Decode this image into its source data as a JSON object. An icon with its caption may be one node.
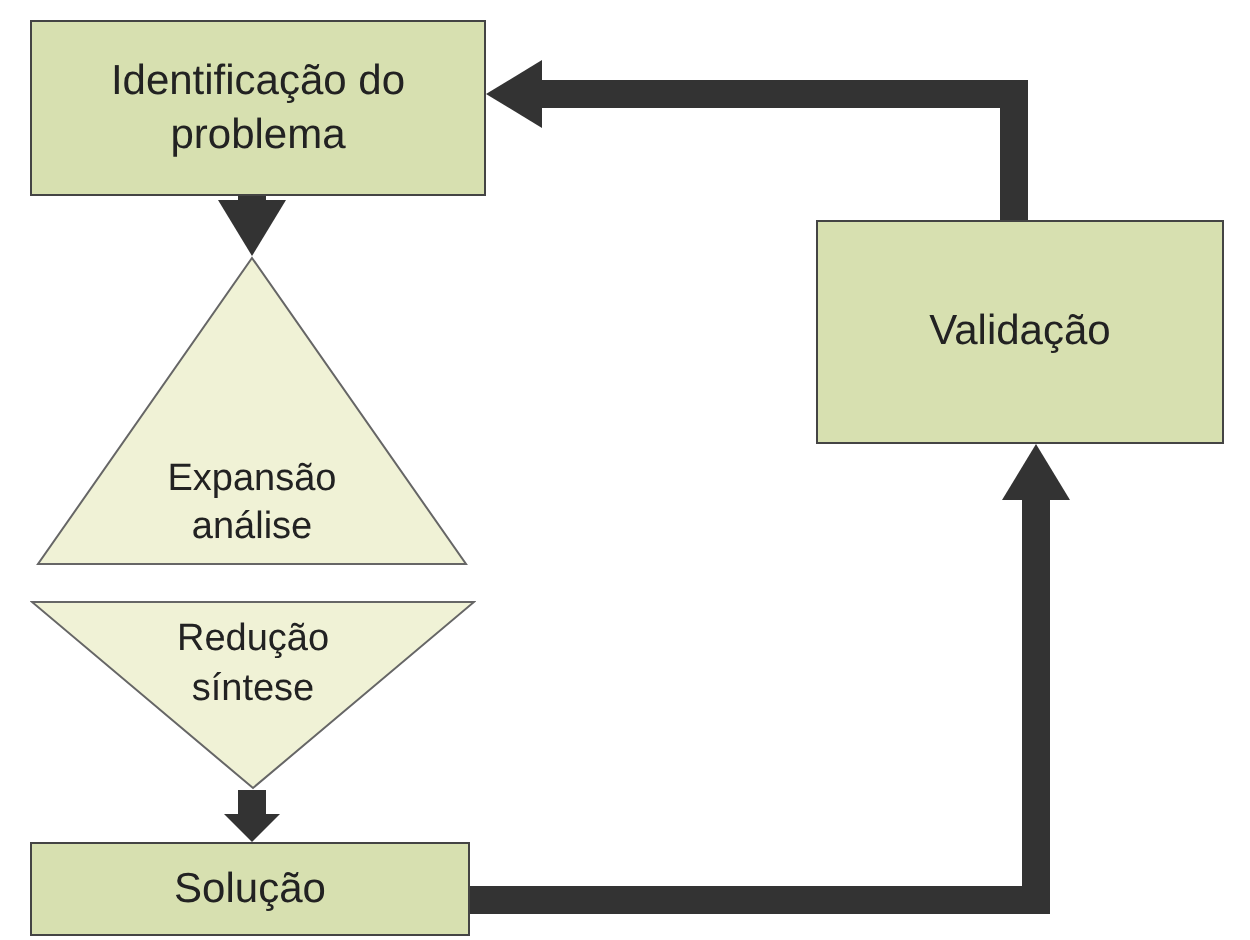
{
  "diagram": {
    "nodes": [
      {
        "text": [
          "Identificação do problema"
        ]
      },
      {
        "text": [
          "Expansão análise"
        ]
      },
      {
        "text": [
          "Redução síntese"
        ]
      },
      {
        "text": [
          "Solução"
        ]
      },
      {
        "text": [
          "Validação"
        ]
      }
    ],
    "edges": [
      {
        "from": 0,
        "to": 1,
        "arrow": "to"
      },
      {
        "from": 2,
        "to": 3,
        "arrow": "to"
      },
      {
        "from": 3,
        "to": 4,
        "arrow": "to"
      },
      {
        "from": 4,
        "to": 0,
        "arrow": "to"
      }
    ]
  }
}
